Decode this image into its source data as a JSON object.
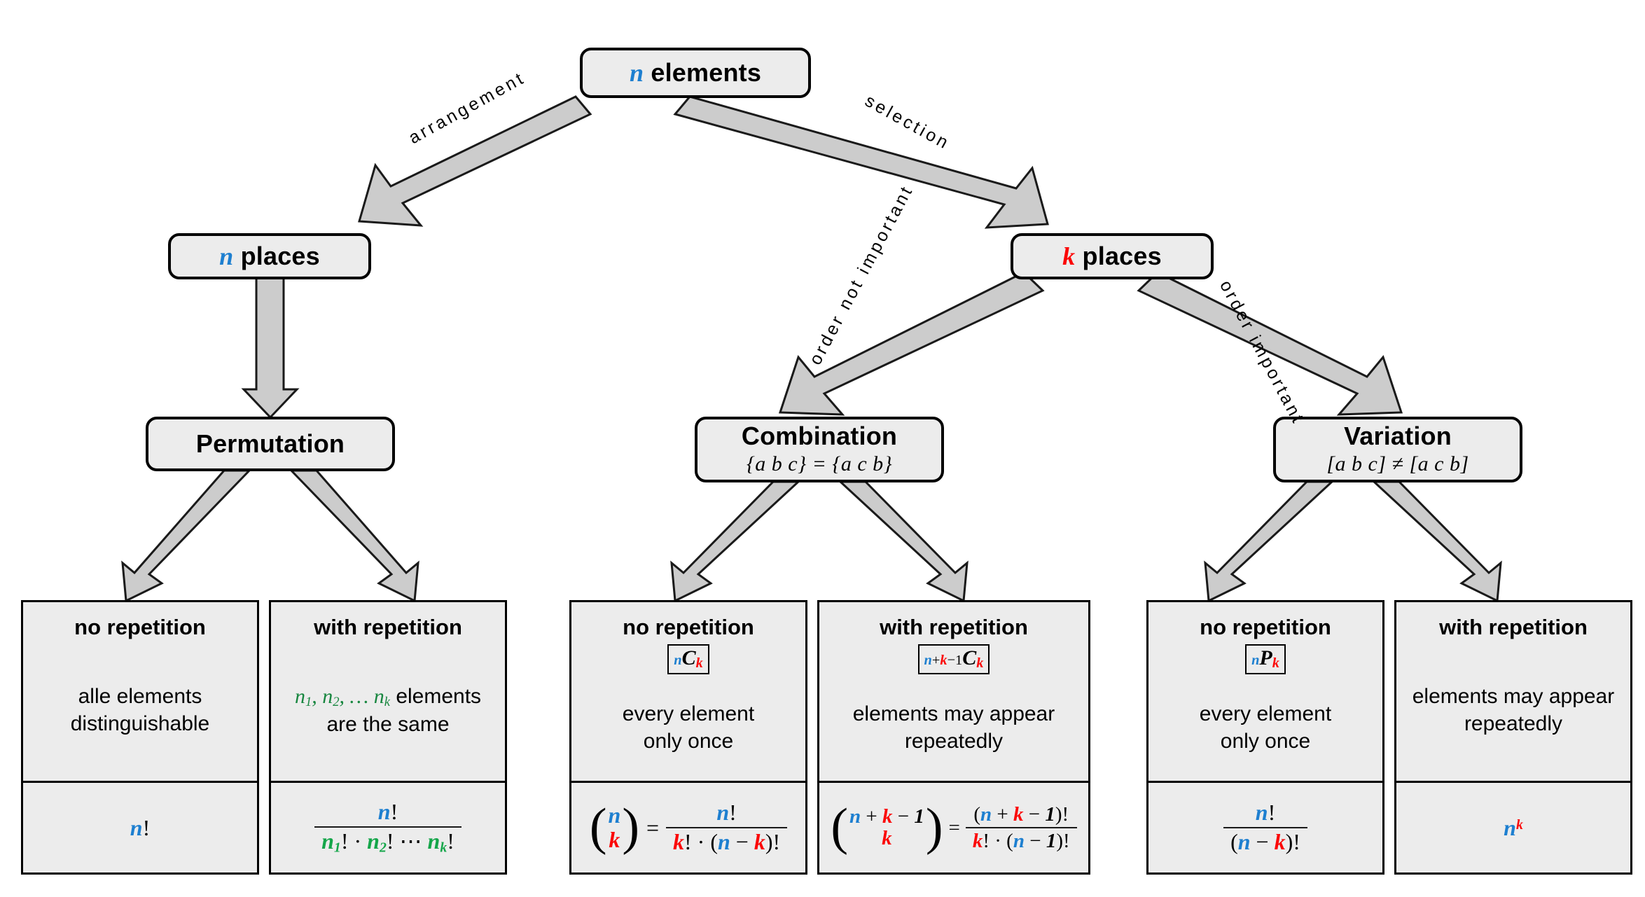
{
  "diagram": {
    "title": "Combinatorics decision tree",
    "colors": {
      "n_blue": "#1d7fd0",
      "k_red": "#fb0707",
      "green": "#17863f",
      "green_bright": "#15a64a",
      "node_fill": "#ececec",
      "arrow_fill": "#cccccc",
      "outline": "#000000"
    }
  },
  "root": {
    "label": "n elements",
    "var": "n",
    "rest": " elements"
  },
  "edges": {
    "arrangement": "arrangement",
    "selection": "selection",
    "order_not_important": "order not important",
    "order_important": "order important"
  },
  "level2": [
    {
      "var": "n",
      "rest": " places",
      "label": "n places",
      "color": "blue"
    },
    {
      "var": "k",
      "rest": " places",
      "label": "k places",
      "color": "red"
    }
  ],
  "level3": [
    {
      "title": "Permutation",
      "sub": ""
    },
    {
      "title": "Combination",
      "sub": "{a b c} = {a c b}"
    },
    {
      "title": "Variation",
      "sub": "[a b c] ≠ [a c b]"
    }
  ],
  "leaves": [
    {
      "header": "no repetition",
      "symbol": "",
      "desc": "alle elements\ndistinguishable",
      "formula": "n!"
    },
    {
      "header": "with repetition",
      "symbol": "",
      "desc": "n₁, n₂, … nₖ elements\nare the same",
      "formula": "n! / (n₁! · n₂! ⋯ nₖ!)"
    },
    {
      "header": "no repetition",
      "symbol": "nCk",
      "desc": "every element\nonly once",
      "formula": "(n over k) = n! / (k! · (n − k)!)"
    },
    {
      "header": "with repetition",
      "symbol": "n+k-1Ck",
      "desc": "elements may appear\nrepeatedly",
      "formula": "(n + k − 1 over k) = (n + k − 1)! / (k! · (n − 1)!)"
    },
    {
      "header": "no repetition",
      "symbol": "nPk",
      "desc": "every element\nonly once",
      "formula": "n! / (n − k)!"
    },
    {
      "header": "with repetition",
      "symbol": "",
      "desc": "elements may appear\nrepeatedly",
      "formula": "nᵏ"
    }
  ],
  "leaf_desc_lines": [
    [
      "alle elements",
      "distinguishable"
    ],
    [
      "n₁, n₂, … nₖ elements",
      "are the same"
    ],
    [
      "every element",
      "only once"
    ],
    [
      "elements may appear",
      "repeatedly"
    ],
    [
      "every element",
      "only once"
    ],
    [
      "elements may appear",
      "repeatedly"
    ]
  ]
}
